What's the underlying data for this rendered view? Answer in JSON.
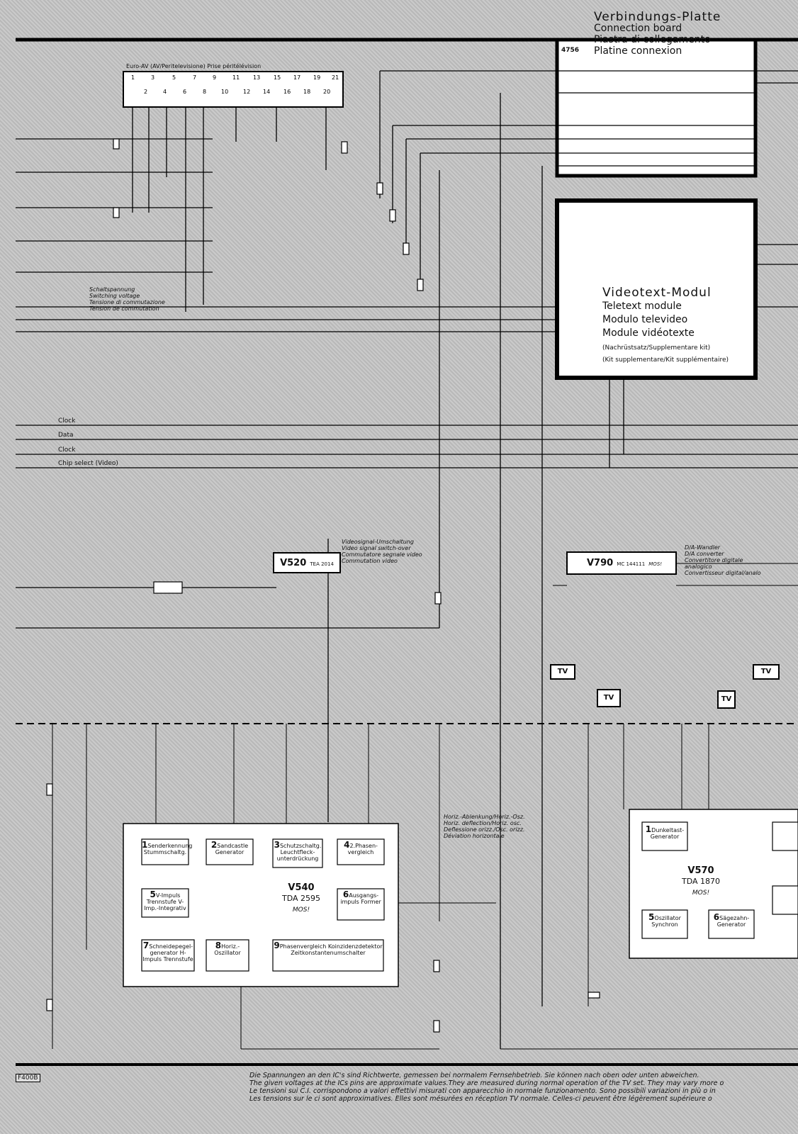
{
  "title": {
    "de": "Verbindungs-Platte",
    "en": "Connection board",
    "it": "Piastra di collegamento",
    "fr": "Platine connexion",
    "board_no": "4756"
  },
  "connector": {
    "label": "Euro-AV (AV/Peritelevisione) Prise péritélévision",
    "pins_top": [
      "1",
      "3",
      "5",
      "7",
      "9",
      "11",
      "13",
      "15",
      "17",
      "19",
      "21"
    ],
    "pins_bottom": [
      "2",
      "4",
      "6",
      "8",
      "10",
      "12",
      "14",
      "16",
      "18",
      "20"
    ]
  },
  "videotext": {
    "de": "Videotext-Modul",
    "en": "Teletext module",
    "it": "Modulo televideo",
    "fr": "Module vidéotexte",
    "kit1": "(Nachrüstsatz/Supplementare kit)",
    "kit2": "(Kit supplementare/Kit supplémentaire)"
  },
  "switching": {
    "l1": "Schaltspannung",
    "l2": "Switching voltage",
    "l3": "Tensione di commutazione",
    "l4": "Tension de commutation"
  },
  "bus": {
    "clock": "Clock",
    "data": "Data",
    "chip_select": "Chip select (Video)"
  },
  "v520": {
    "name": "V520",
    "type": "TEA 2014",
    "d1": "Videosignal-Umschaltung",
    "d2": "Video signal switch-over",
    "d3": "Commutatore segnale video",
    "d4": "Commutation video"
  },
  "v790": {
    "name": "V790",
    "type": "MC 144111",
    "mos": "MOS!",
    "d1": "D/A-Wandler",
    "d2": "D/A converter",
    "d3": "Convertitore digitale",
    "d4": "analogico",
    "d5": "Convertisseur digital/analo"
  },
  "v540": {
    "name": "V540",
    "type": "TDA 2595",
    "mos": "MOS!",
    "blocks": [
      {
        "n": "1",
        "t": "Senderkennung Stummschaltg."
      },
      {
        "n": "2",
        "t": "Sandcastle Generator"
      },
      {
        "n": "3",
        "t": "Schutzschaltg. Leuchtfleck- unterdrückung"
      },
      {
        "n": "4",
        "t": "2.Phasen- vergleich"
      },
      {
        "n": "5",
        "t": "V-Impuls Trennstufe V-Imp.-Integrativ"
      },
      {
        "n": "6",
        "t": "Ausgangs- impuls Former"
      },
      {
        "n": "7",
        "t": "Schneidepegel- generator H-Impuls Trennstufe"
      },
      {
        "n": "8",
        "t": "Horiz.- Oszillator"
      },
      {
        "n": "9",
        "t": "Phasenvergleich Koinzidenzdetektor Zeitkonstantenumschalter"
      }
    ],
    "d1": "Horiz.-Ablenkung/Horiz.-Osz.",
    "d2": "Horiz. deflection/Horiz. osc.",
    "d3": "Deflessione orizz./Osc. orizz.",
    "d4": "Déviation horizontale"
  },
  "v570": {
    "name": "V570",
    "type": "TDA 1870",
    "mos": "MOS!",
    "blocks": [
      {
        "n": "1",
        "t": "Dunkeltast- Generator"
      },
      {
        "n": "5",
        "t": "Oszillator Synchron"
      },
      {
        "n": "6",
        "t": "Sägezahn- Generator"
      }
    ]
  },
  "badges": [
    "TV",
    "TV",
    "TV",
    "TV"
  ],
  "code": "F400B",
  "footer": {
    "de": "Die Spannungen an den IC's sind Richtwerte, gemessen bei normalem Fernsehbetrieb.  Sie können nach oben oder unten abweichen.",
    "en": "The given voltages at the ICs pins are approximate values.They are measured during normal operation of the TV set. They may vary more o",
    "it": "Le tensioni sui C.I. corrispondono a valori effettivi misurati con apparecchio in normale funzionamento. Sono possibili variazioni in  più o in",
    "fr": "Les tensions sur le ci sont approximatives. Elles sont mésurées en réception  TV normale.  Celles-ci peuvent être légèrement supérieure o"
  },
  "colors": {
    "ink": "#111111",
    "paper": "#c4c4c4",
    "box": "#ffffff"
  }
}
